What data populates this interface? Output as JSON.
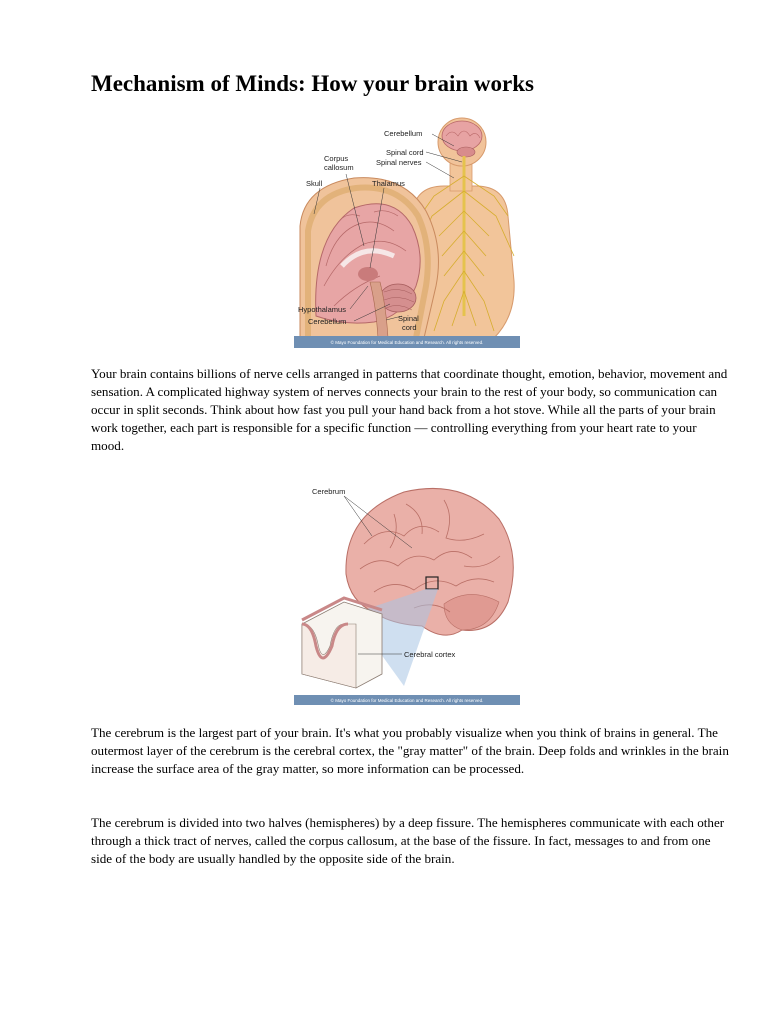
{
  "title": "Mechanism of Minds: How your brain works",
  "figure1": {
    "labels": {
      "cerebellum_top": "Cerebellum",
      "spinal_cord_top": "Spinal cord",
      "spinal_nerves": "Spinal nerves",
      "corpus_callosum_line1": "Corpus",
      "corpus_callosum_line2": "callosum",
      "skull": "Skull",
      "thalamus": "Thalamus",
      "hypothalamus": "Hypothalamus",
      "cerebellum_bottom": "Cerebellum",
      "spinal_cord_bottom_line1": "Spinal",
      "spinal_cord_bottom_line2": "cord"
    },
    "credit": "© Mayo Foundation for Medical Education and Research. All rights reserved."
  },
  "paragraph1": "Your brain contains billions of nerve cells arranged in patterns that coordinate thought, emotion, behavior, movement and sensation. A complicated highway system of nerves connects your brain to the rest of your body, so communication can occur in split seconds. Think about how fast you pull your hand back from a hot stove. While all the parts of your brain work together, each part is responsible for a specific function — controlling everything from your heart rate to your mood.",
  "figure2": {
    "labels": {
      "cerebrum": "Cerebrum",
      "cerebral_cortex": "Cerebral cortex"
    },
    "credit": "© Mayo Foundation for Medical Education and Research. All rights reserved."
  },
  "paragraph2": "The cerebrum is the largest part of your brain. It's what you probably visualize when you think of brains in general. The outermost layer of the cerebrum is the cerebral cortex, the \"gray matter\" of the brain. Deep folds and wrinkles in the brain increase the surface area of the gray matter, so more information can be processed.",
  "paragraph3": "The cerebrum is divided into two halves (hemispheres) by a deep fissure. The hemispheres communicate with each other through a thick tract of nerves, called the corpus callosum, at the base of the fissure. In fact, messages to and from one side of the body are usually handled by the opposite side of the brain."
}
